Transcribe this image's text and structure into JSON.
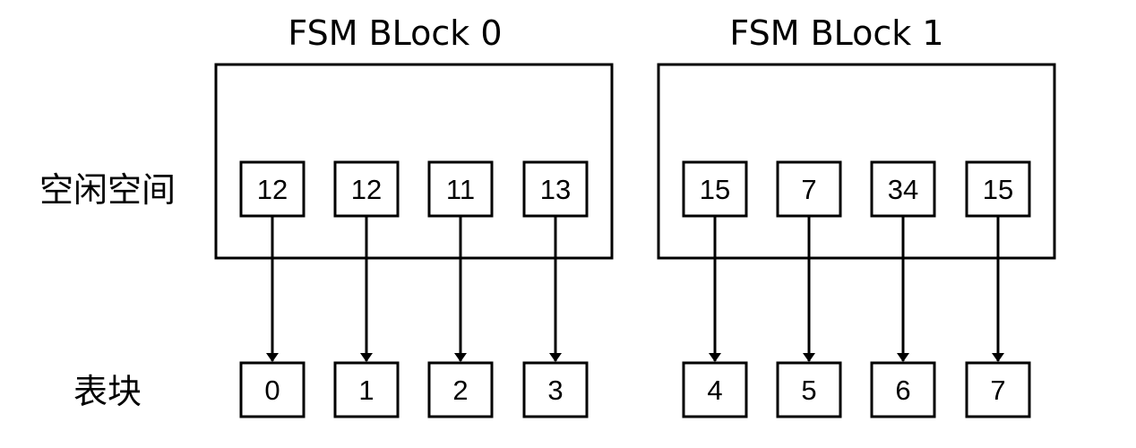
{
  "labels": {
    "free_space": "空闲空间",
    "table_blocks": "表块"
  },
  "blocks": [
    {
      "title": "FSM BLock 0",
      "free_space": [
        "12",
        "12",
        "11",
        "13"
      ],
      "table_blocks": [
        "0",
        "1",
        "2",
        "3"
      ]
    },
    {
      "title": "FSM BLock 1",
      "free_space": [
        "15",
        "7",
        "34",
        "15"
      ],
      "table_blocks": [
        "4",
        "5",
        "6",
        "7"
      ]
    }
  ]
}
